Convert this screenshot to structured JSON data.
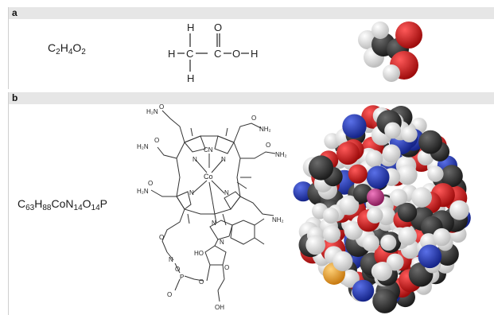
{
  "panel_a": {
    "label": "a",
    "formula": [
      {
        "t": "C"
      },
      {
        "s": "2"
      },
      {
        "t": "H"
      },
      {
        "s": "4"
      },
      {
        "t": "O"
      },
      {
        "s": "2"
      }
    ],
    "structure": {
      "atoms": [
        "H",
        "C",
        "H",
        "H",
        "C",
        "O",
        "O",
        "H"
      ]
    }
  },
  "panel_b": {
    "label": "b",
    "formula": [
      {
        "t": "C"
      },
      {
        "s": "63"
      },
      {
        "t": "H"
      },
      {
        "s": "88"
      },
      {
        "t": "CoN"
      },
      {
        "s": "14"
      },
      {
        "t": "O"
      },
      {
        "s": "14"
      },
      {
        "t": "P"
      }
    ],
    "structure": {
      "amide_labels": [
        "H₂N",
        "NH₂",
        "H₂N",
        "NH₂",
        "H₂N",
        "NH₂"
      ],
      "ring_n_labels": [
        "N",
        "N",
        "N",
        "N"
      ],
      "cobalt": "Co",
      "cyano": "CN",
      "other_labels": [
        "O",
        "O",
        "O",
        "O",
        "O",
        "O",
        "N",
        "N",
        "N",
        "HO",
        "O",
        "P",
        "O",
        "O",
        "O",
        "OH"
      ]
    }
  },
  "colors": {
    "carbon": "#3a3a3a",
    "oxygen": "#d42020",
    "hydrogen": "#f2f2f2",
    "nitrogen": "#2438b8",
    "phosphorus": "#f0a020",
    "cobalt": "#c03080",
    "panel_bar": "#e6e6e6"
  }
}
